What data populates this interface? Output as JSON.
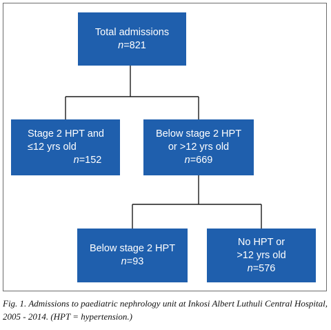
{
  "nodes": {
    "total": {
      "lines": [
        "Total admissions"
      ],
      "n_label": "n",
      "n_value": "=821"
    },
    "stage2": {
      "lines": [
        "Stage 2 HPT and",
        "≤12 yrs old"
      ],
      "n_label": "n",
      "n_value": "=152"
    },
    "below_or_older": {
      "lines": [
        "Below stage 2 HPT",
        "or >12 yrs old"
      ],
      "n_label": "n",
      "n_value": "=669"
    },
    "below_stage2": {
      "lines": [
        "Below stage 2 HPT"
      ],
      "n_label": "n",
      "n_value": "=93"
    },
    "no_hpt": {
      "lines": [
        "No HPT or",
        ">12 yrs old"
      ],
      "n_label": "n",
      "n_value": "=576"
    }
  },
  "caption": "Fig. 1. Admissions to paediatric nephrology unit at Inkosi Albert Luthuli Central Hospital, 2005 - 2014. (HPT = hypertension.)",
  "colors": {
    "box_fill": "#1f5fad",
    "box_text": "#ffffff",
    "line": "#1a1a1a"
  }
}
